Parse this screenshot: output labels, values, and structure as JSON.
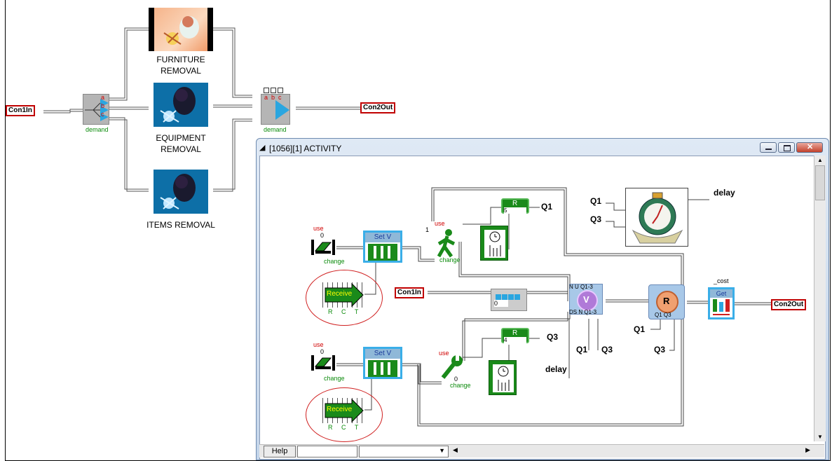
{
  "top_diagram": {
    "con_in": "Con1In",
    "con_out": "Con2Out",
    "demand_left": "demand",
    "demand_right": "demand",
    "furniture_label": "FURNITURE\nREMOVAL",
    "equipment_label": "EQUIPMENT\nREMOVAL",
    "items_label": "ITEMS REMOVAL",
    "port_letters_left": [
      "a",
      "b",
      "c"
    ],
    "port_letters_right": [
      "a",
      "b",
      "c"
    ]
  },
  "window": {
    "title": "[1056][1]  ACTIVITY",
    "help": "Help"
  },
  "activity": {
    "con_in": "Con1In",
    "con_out": "Con2Out",
    "setv_label": "Set V",
    "receive_label": "Receive",
    "r_label": "R",
    "get_label": "Get",
    "v_label": "V",
    "cost_label": "_cost",
    "use_label": "use",
    "change_label": "change",
    "delay_label": "delay",
    "q1": "Q1",
    "q3": "Q3",
    "n_u_label": "N U Q1-3",
    "d_s_label": "DS N Q1-3",
    "q1q3_label": "Q1 Q3",
    "num_5": "5",
    "num_4": "4",
    "num_1": "1",
    "num_0": "0",
    "rct": "R C T"
  },
  "colors": {
    "connector_border": "#c00000",
    "green_block": "#1a8a1a",
    "blue_frame": "#3aaee8",
    "wire": "#555555"
  }
}
